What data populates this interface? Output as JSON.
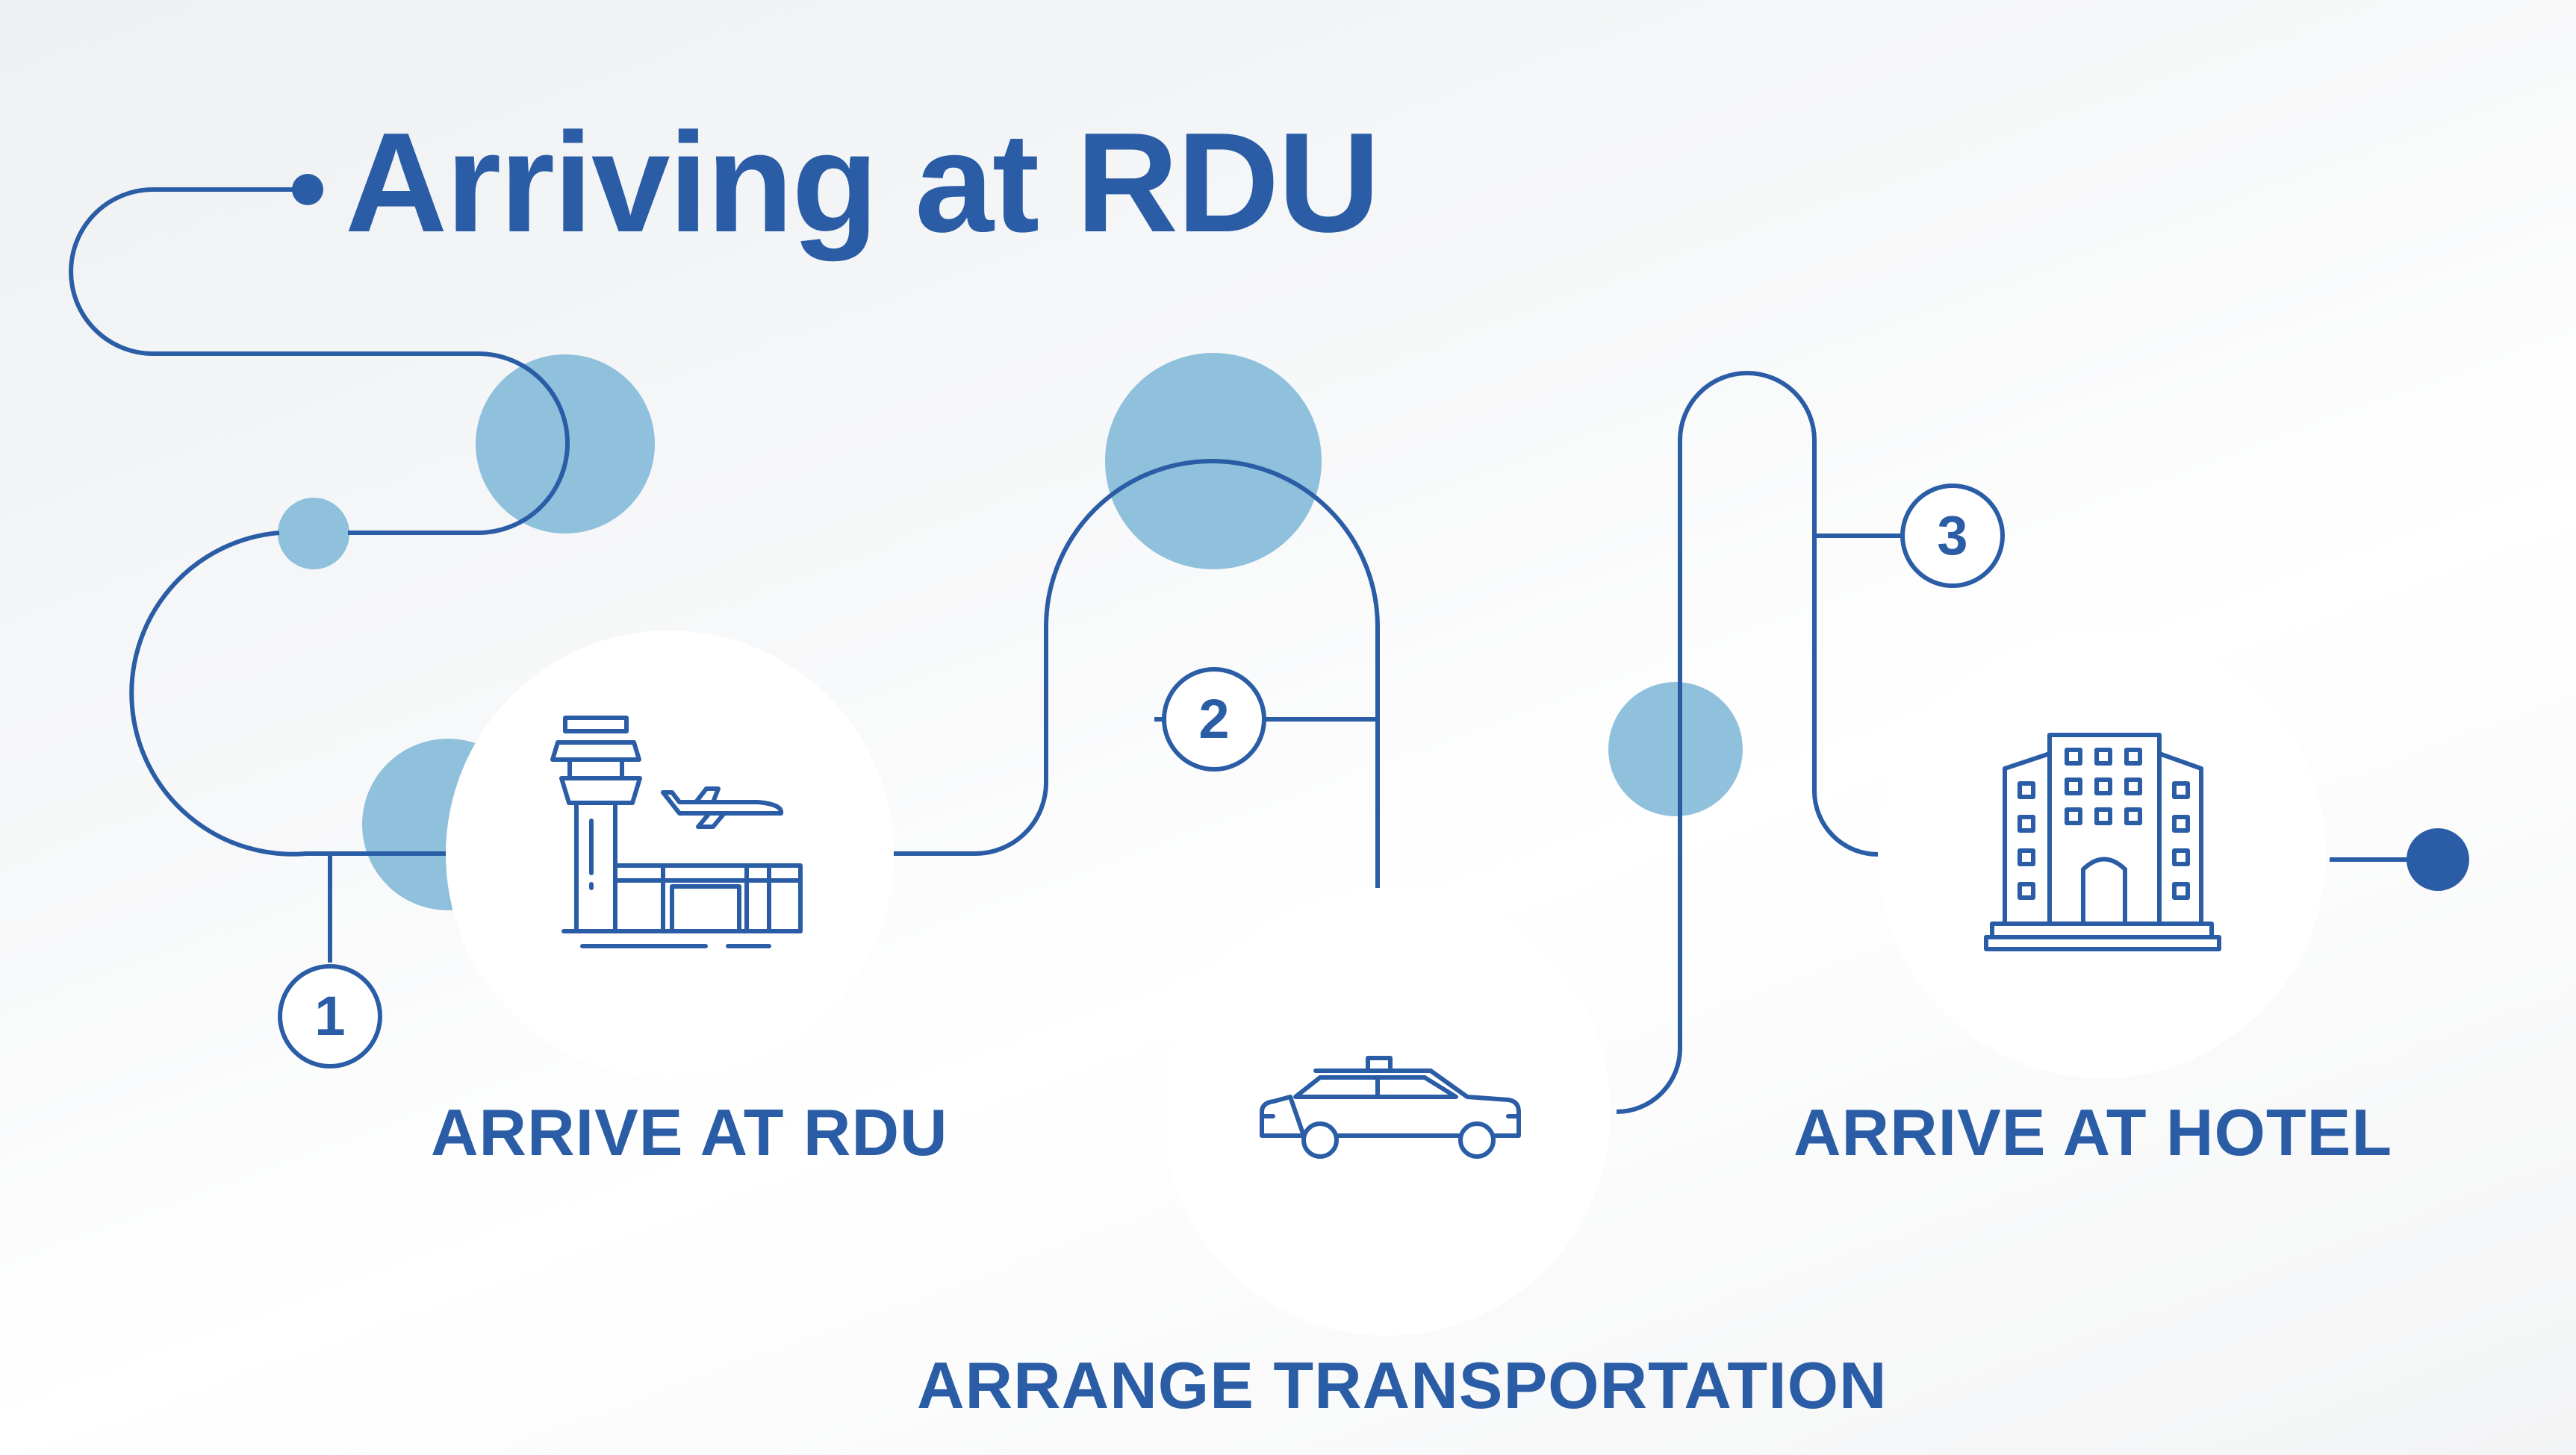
{
  "title": "Arriving at RDU",
  "colors": {
    "primary": "#2a5da6",
    "accent_light": "#8fc0dc",
    "background": "#f4f5f6",
    "white": "#ffffff"
  },
  "steps": [
    {
      "number": "1",
      "label": "ARRIVE AT RDU",
      "icon": "airport-icon"
    },
    {
      "number": "2",
      "label": "ARRANGE TRANSPORTATION",
      "icon": "taxi-icon"
    },
    {
      "number": "3",
      "label": "ARRIVE AT HOTEL",
      "icon": "hotel-icon"
    }
  ]
}
